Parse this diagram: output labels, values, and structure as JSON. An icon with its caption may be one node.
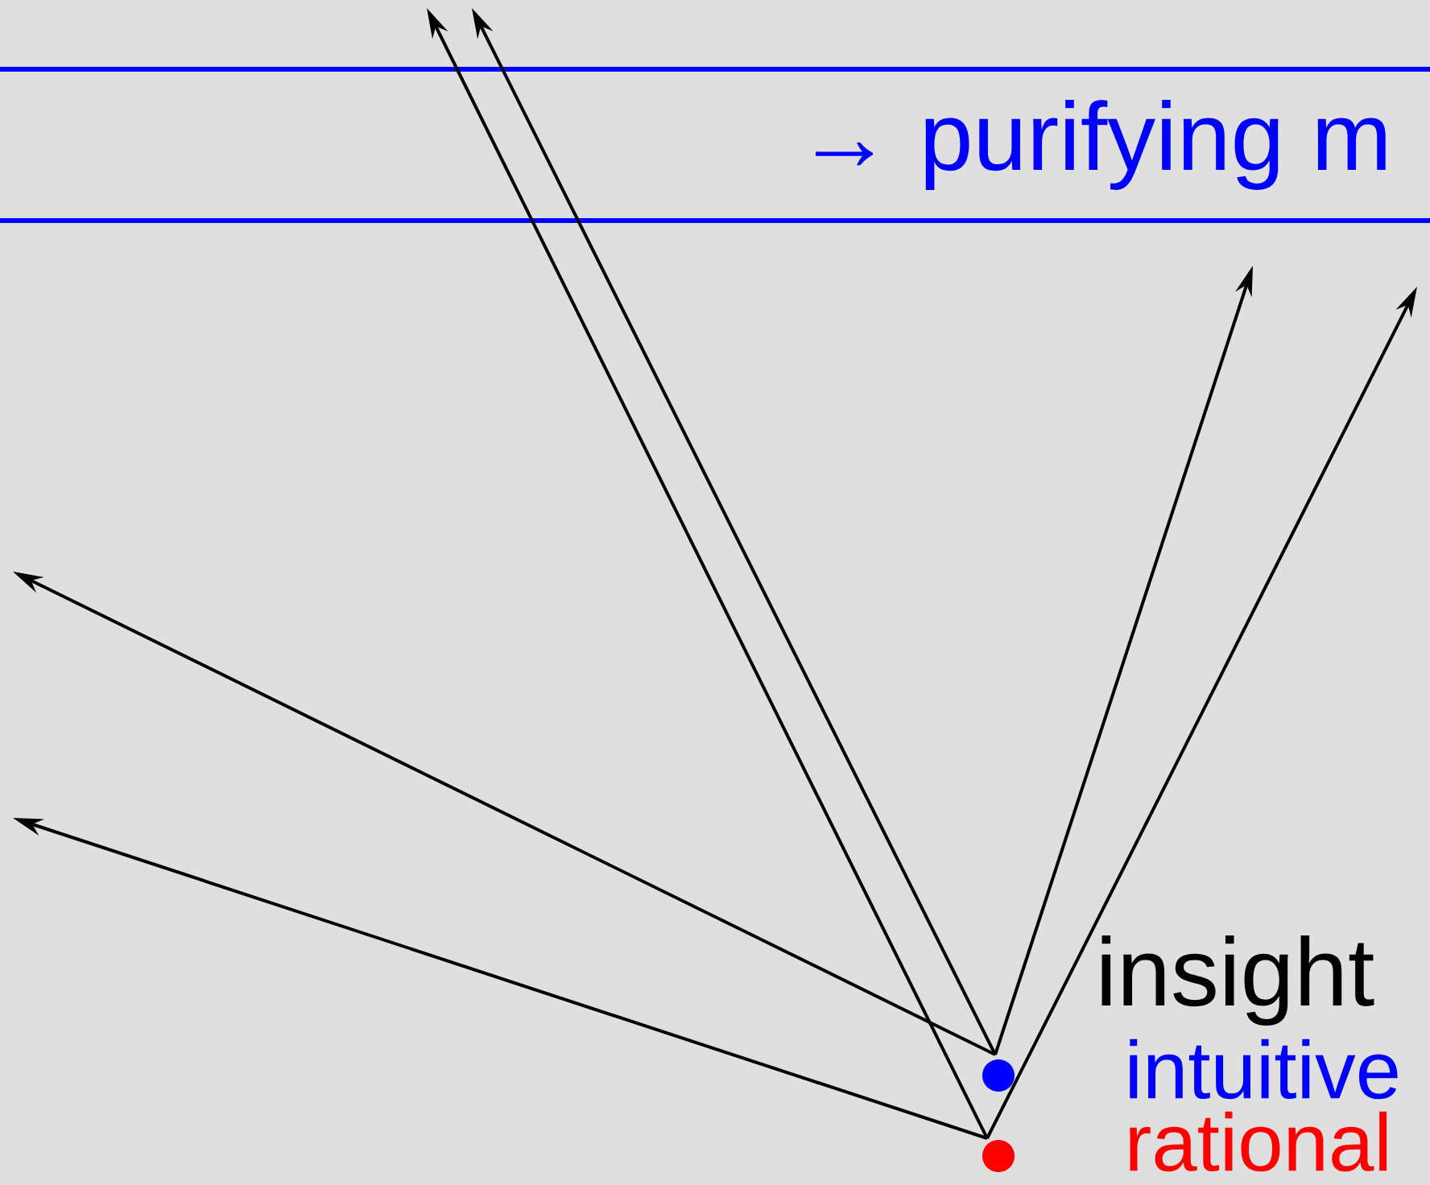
{
  "diagram": {
    "nodes": [
      {
        "text": [
          "→ purifying m"
        ]
      },
      {
        "text": [],
        "shape": "circle",
        "beside": [
          "intuitive"
        ]
      },
      {
        "text": [],
        "shape": "circle",
        "beside": [
          "rational"
        ]
      }
    ],
    "edges": [
      {
        "from": 1,
        "to": null,
        "arrow": "to"
      },
      {
        "from": 1,
        "to": null,
        "arrow": "to"
      },
      {
        "from": 1,
        "to": null,
        "arrow": "to"
      },
      {
        "from": 2,
        "to": null,
        "arrow": "to"
      },
      {
        "from": 2,
        "to": null,
        "arrow": "to"
      },
      {
        "from": 2,
        "to": null,
        "arrow": "to"
      }
    ],
    "labels": [
      "insight"
    ]
  }
}
